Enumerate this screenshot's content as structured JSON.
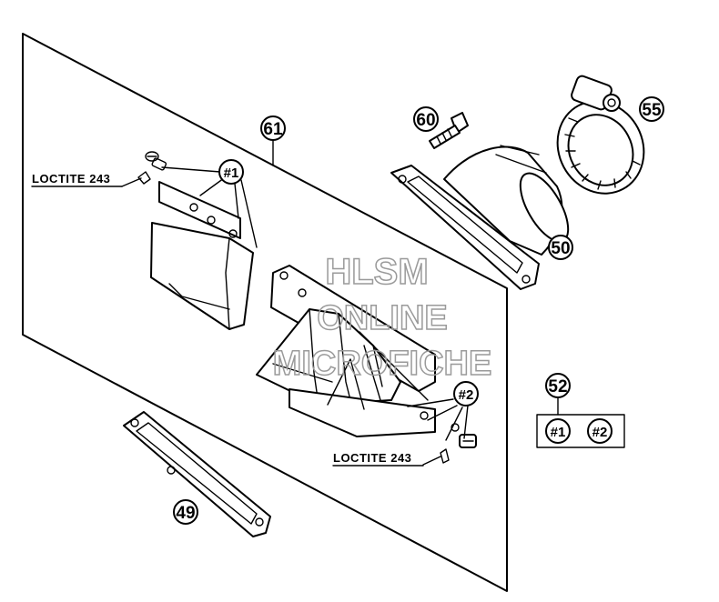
{
  "callouts": {
    "p61": "61",
    "p60": "60",
    "p55": "55",
    "p50": "50",
    "p52": "52",
    "p49": "49"
  },
  "refs": {
    "r1": "#1",
    "r2": "#2"
  },
  "kit_box": {
    "item1": "#1",
    "item2": "#2"
  },
  "notes": {
    "loctite_upper": "LOCTITE 243",
    "loctite_lower": "LOCTITE 243"
  },
  "watermark": {
    "line1": "HLSM",
    "line2": "ONLINE",
    "line3": "MICROFICHE"
  }
}
